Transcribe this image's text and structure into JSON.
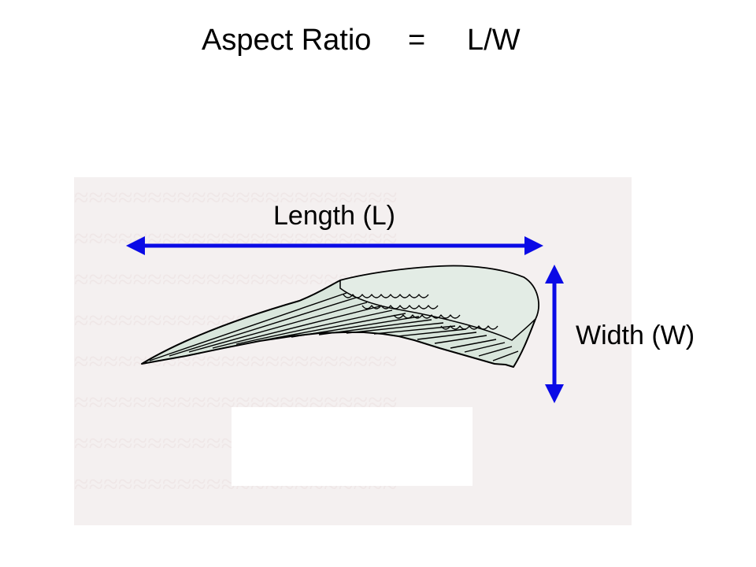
{
  "title": {
    "lhs": "Aspect Ratio",
    "equals": "=",
    "rhs": "L/W"
  },
  "labels": {
    "length": "Length (L)",
    "width": "Width (W)"
  },
  "colors": {
    "arrow": "#0a0ae6",
    "feather": "#d9e6dc",
    "outline": "#000000",
    "scan_bg": "#f4f0f0"
  }
}
